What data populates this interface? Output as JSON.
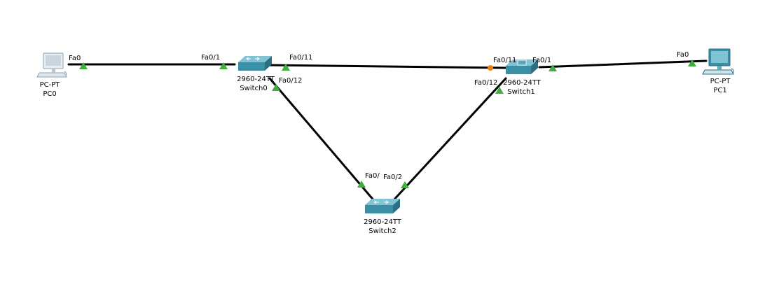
{
  "devices": {
    "pc0": {
      "model": "PC-PT",
      "name": "PC0"
    },
    "pc1": {
      "model": "PC-PT",
      "name": "PC1"
    },
    "switch0": {
      "model": "2960-24TT",
      "name": "Switch0"
    },
    "switch1": {
      "model": "2960-24TT",
      "name": "Switch1"
    },
    "switch2": {
      "model": "2960-24TT",
      "name": "Switch2"
    }
  },
  "ports": {
    "pc0_fa0": "Fa0",
    "sw0_fa01": "Fa0/1",
    "sw0_fa011": "Fa0/11",
    "sw0_fa012": "Fa0/12",
    "sw1_fa011": "Fa0/11",
    "sw1_fa01": "Fa0/1",
    "sw1_fa012": "Fa0/12",
    "pc1_fa0": "Fa0",
    "sw2_fa01": "Fa0/",
    "sw2_fa02": "Fa0/2"
  },
  "links": [
    {
      "from": "PC0",
      "to": "Switch0",
      "status": "up"
    },
    {
      "from": "Switch0",
      "to": "Switch1",
      "status": "blocking"
    },
    {
      "from": "Switch1",
      "to": "PC1",
      "status": "up"
    },
    {
      "from": "Switch0",
      "to": "Switch2",
      "status": "up"
    },
    {
      "from": "Switch1",
      "to": "Switch2",
      "status": "up"
    }
  ],
  "colors": {
    "link_up": "#3fae3f",
    "link_blocking": "#f07f12",
    "switch_body": "#3a8fa6",
    "switch_top": "#7fc3d4"
  }
}
